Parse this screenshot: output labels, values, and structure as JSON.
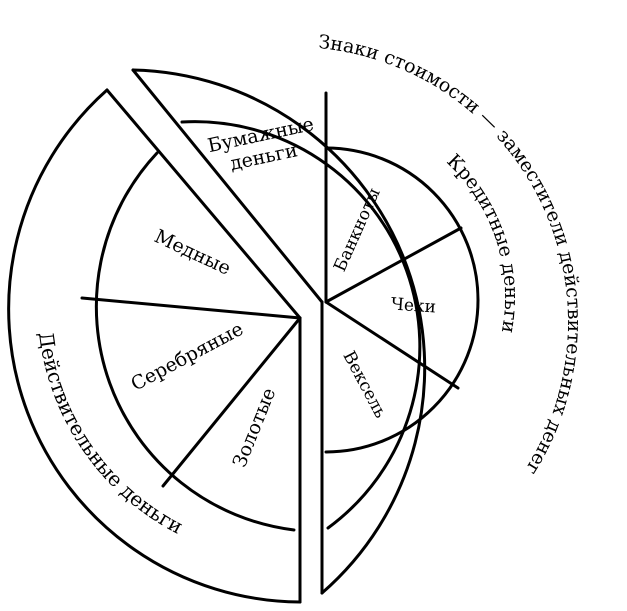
{
  "diagram": {
    "outer_ring_right": "Знаки стоимости — заместители действительных денег",
    "outer_ring_left": "Действительные деньги",
    "paper_money": [
      "Бумажные",
      "деньги"
    ],
    "credit_money": "Кредитные деньги",
    "real_money_sectors": {
      "copper": "Медные",
      "silver": "Серебряные",
      "gold": "Золотые"
    },
    "credit_sectors": {
      "banknotes": "Банкноты",
      "cheques": "Чеки",
      "bill": "Вексель"
    }
  }
}
